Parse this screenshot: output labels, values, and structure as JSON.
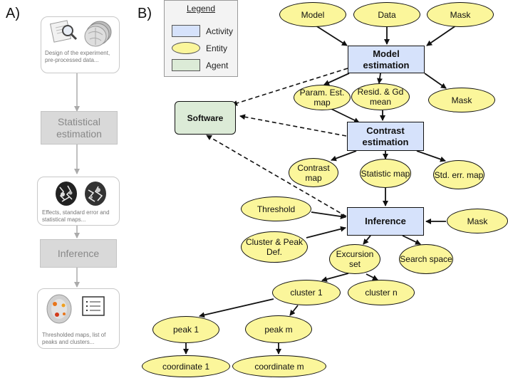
{
  "panels": {
    "a_label": "A)",
    "b_label": "B)"
  },
  "panel_a": {
    "box1_caption": "Design of the experiment, pre-processed data...",
    "step1_label": "Statistical estimation",
    "box2_caption": "Effects, standard error and statistical maps...",
    "step2_label": "Inference",
    "box3_caption": "Thresholded maps, list of peaks and clusters..."
  },
  "legend": {
    "title": "Legend",
    "activity_label": "Activity",
    "entity_label": "Entity",
    "agent_label": "Agent",
    "colors": {
      "activity": "#d6e2fb",
      "entity": "#fbf69b",
      "agent": "#dcebd7"
    }
  },
  "nodes": {
    "model": "Model",
    "data": "Data",
    "mask_top": "Mask",
    "model_estimation": "Model estimation",
    "param_est_map": "Param. Est. map",
    "resid_gd_mean": "Resid. & Gd mean",
    "mask_mid": "Mask",
    "software": "Software",
    "contrast_estimation": "Contrast estimation",
    "contrast_map": "Contrast map",
    "statistic_map": "Statistic map",
    "std_err_map": "Std. err. map",
    "threshold": "Threshold",
    "inference": "Inference",
    "mask_inf": "Mask",
    "cluster_peak_def": "Cluster & Peak Def.",
    "excursion_set": "Excursion set",
    "search_space": "Search space",
    "cluster_1": "cluster 1",
    "cluster_n": "cluster n",
    "peak_1": "peak 1",
    "peak_m": "peak m",
    "coordinate_1": "coordinate 1",
    "coordinate_m": "coordinate m"
  }
}
